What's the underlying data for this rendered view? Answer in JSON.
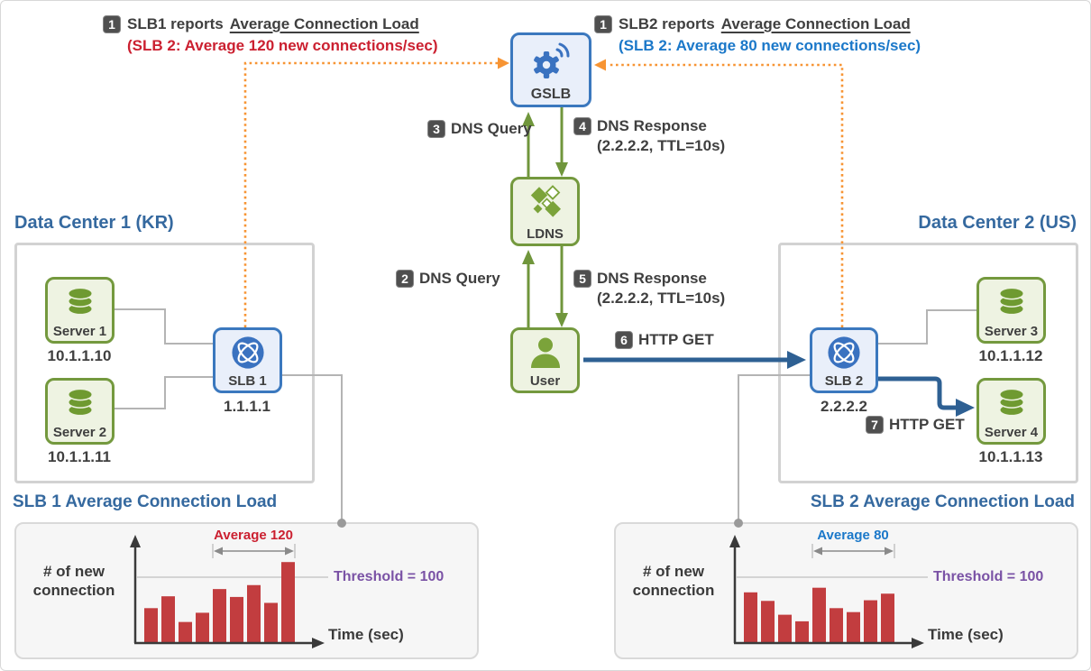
{
  "reports": {
    "left": {
      "badge": "1",
      "actor": "SLB1 reports",
      "subject": "Average Connection Load",
      "detail": "(SLB 2: Average 120 new connections/sec)"
    },
    "right": {
      "badge": "1",
      "actor": "SLB2 reports",
      "subject": "Average Connection Load",
      "detail": "(SLB 2: Average 80 new connections/sec)"
    }
  },
  "steps": {
    "s2": {
      "badge": "2",
      "label": "DNS Query"
    },
    "s3": {
      "badge": "3",
      "label": "DNS Query"
    },
    "s4": {
      "badge": "4",
      "label": "DNS Response",
      "detail": "(2.2.2.2, TTL=10s)"
    },
    "s5": {
      "badge": "5",
      "label": "DNS Response",
      "detail": "(2.2.2.2, TTL=10s)"
    },
    "s6": {
      "badge": "6",
      "label": "HTTP GET"
    },
    "s7": {
      "badge": "7",
      "label": "HTTP GET"
    }
  },
  "datacenters": {
    "dc1": {
      "title": "Data Center 1 (KR)"
    },
    "dc2": {
      "title": "Data Center 2 (US)"
    }
  },
  "nodes": {
    "gslb": {
      "label": "GSLB"
    },
    "ldns": {
      "label": "LDNS"
    },
    "user": {
      "label": "User"
    },
    "slb1": {
      "label": "SLB 1",
      "ip": "1.1.1.1"
    },
    "slb2": {
      "label": "SLB 2",
      "ip": "2.2.2.2"
    },
    "server1": {
      "label": "Server 1",
      "ip": "10.1.1.10"
    },
    "server2": {
      "label": "Server 2",
      "ip": "10.1.1.11"
    },
    "server3": {
      "label": "Server 3",
      "ip": "10.1.1.12"
    },
    "server4": {
      "label": "Server 4",
      "ip": "10.1.1.13"
    }
  },
  "chart_data": [
    {
      "type": "bar",
      "title": "SLB 1 Average Connection Load",
      "ylabel": "# of new connection",
      "ylabel_line1": "# of new",
      "ylabel_line2": "connection",
      "xlabel": "Time (sec)",
      "values": [
        53,
        71,
        32,
        46,
        82,
        70,
        88,
        61,
        123
      ],
      "ylim": [
        0,
        135
      ],
      "threshold": 100,
      "threshold_label": "Threshold = 100",
      "average": 120,
      "average_label": "Average 120",
      "average_window_bars": [
        5,
        9
      ],
      "grid": false,
      "bar_color": "#c23d3f",
      "accent_color": "#cb2030"
    },
    {
      "type": "bar",
      "title": "SLB 2 Average Connection Load",
      "ylabel": "# of new connection",
      "ylabel_line1": "# of new",
      "ylabel_line2": "connection",
      "xlabel": "Time (sec)",
      "values": [
        77,
        64,
        43,
        33,
        84,
        53,
        47,
        65,
        75
      ],
      "ylim": [
        0,
        135
      ],
      "threshold": 100,
      "threshold_label": "Threshold = 100",
      "average": 80,
      "average_label": "Average 80",
      "average_window_bars": [
        5,
        9
      ],
      "grid": false,
      "bar_color": "#c23d3f",
      "accent_color": "#1b78c9"
    }
  ],
  "colors": {
    "heading_blue": "#35699f",
    "red_text": "#cb2030",
    "blue_text": "#1b78c9",
    "purple_text": "#7a52a5",
    "orange_report_line": "#f79433",
    "green_node_border": "#74993e",
    "green_icon": "#7ba33a",
    "blue_node_border": "#3b78be",
    "blue_icon": "#3a72c0",
    "http_arrow_blue": "#2e6093",
    "dns_arrow_green": "#70963c",
    "bar_red": "#c23d3f",
    "badge_gray": "#4f4f4f",
    "connector_gray": "#b4b4b4"
  }
}
